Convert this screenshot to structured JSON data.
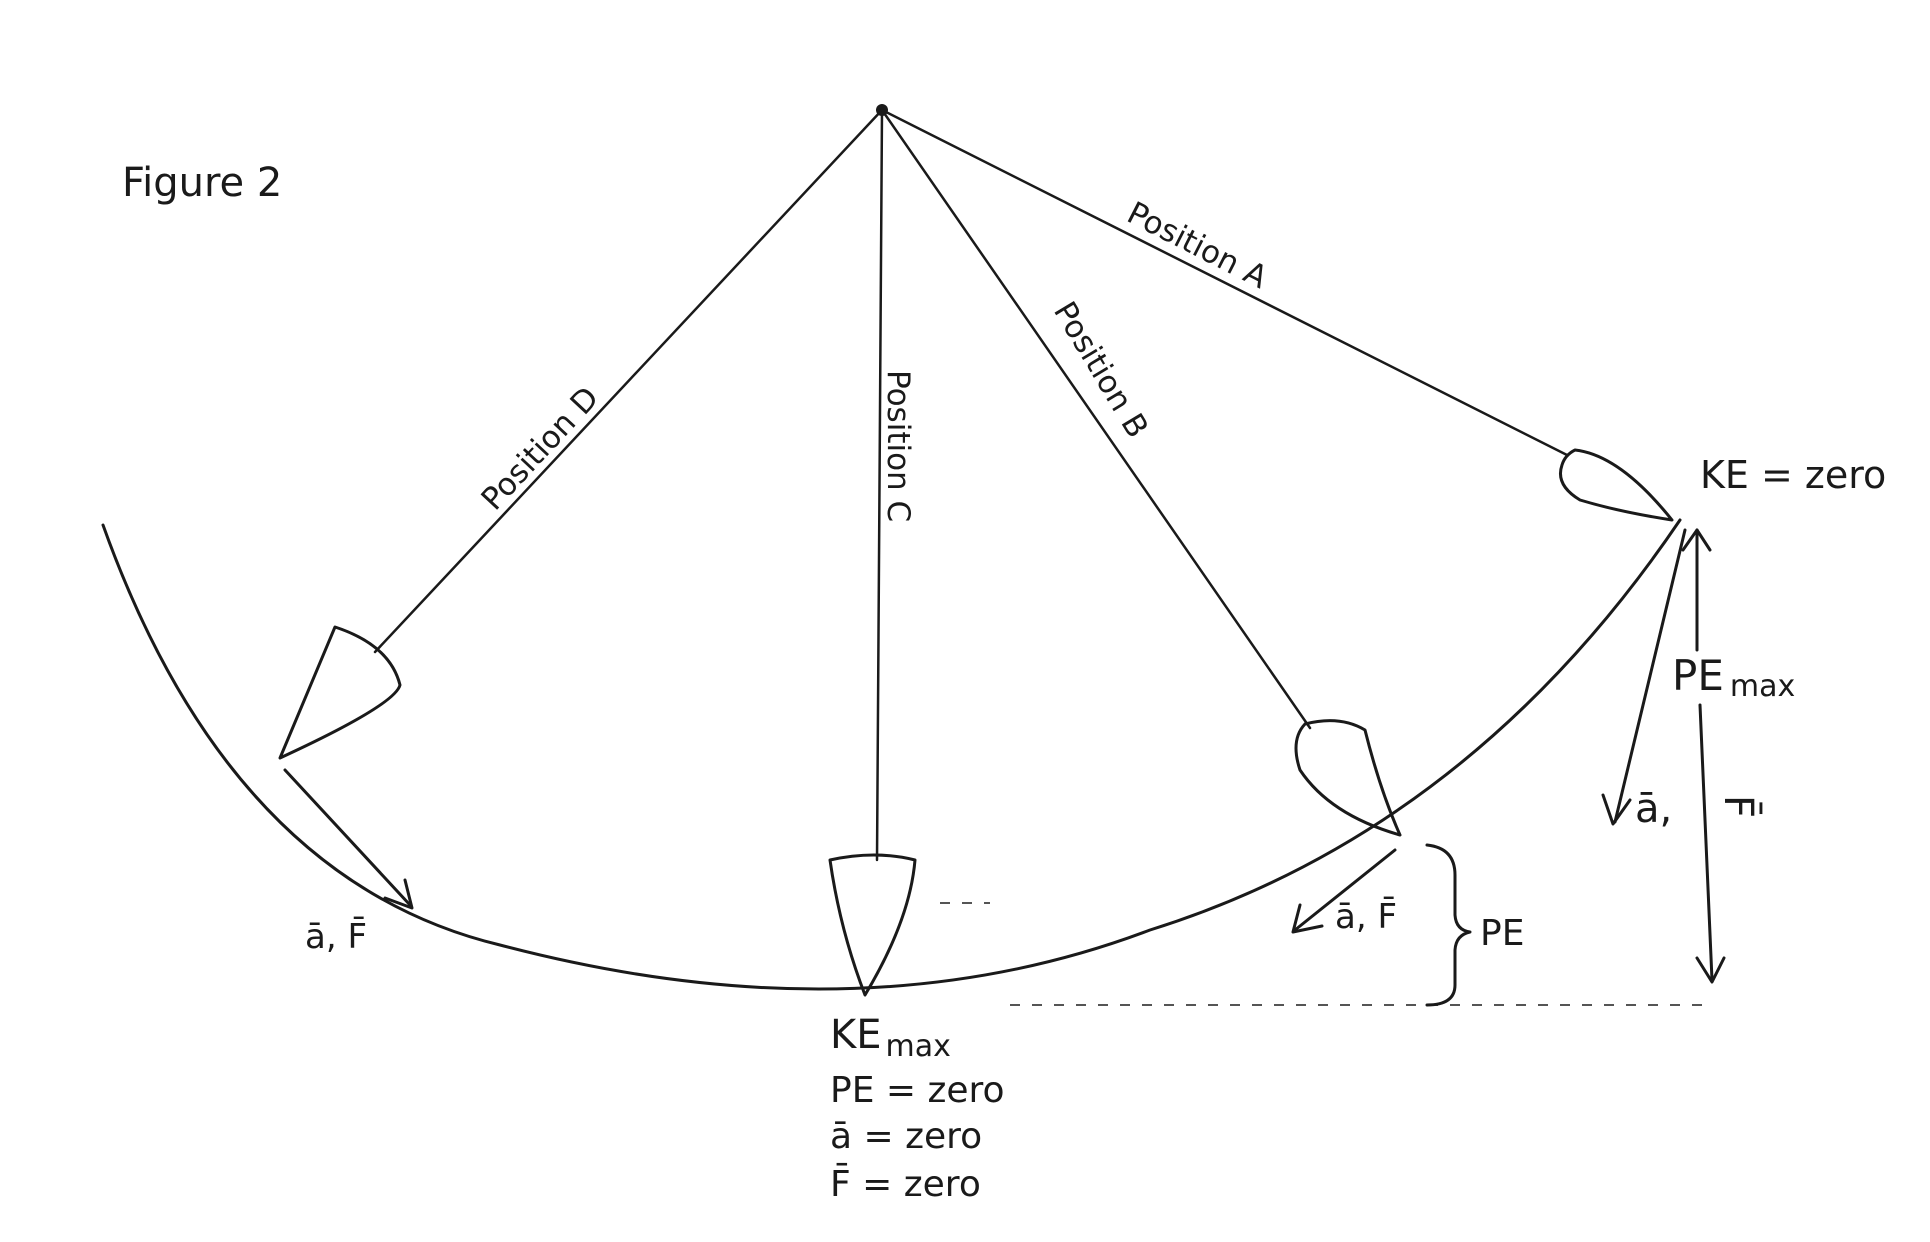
{
  "figure": {
    "title": "Figure 2",
    "positions": {
      "a": "Position A",
      "b": "Position B",
      "c": "Position C",
      "d": "Position D"
    },
    "labels": {
      "ke_zero": "KE = zero",
      "pe_max": "PE",
      "pe_max_sub": "max",
      "a_comma": "ā,",
      "f_vec": "F̄",
      "af_left": "ā, F̄",
      "af_right": "ā, F̄",
      "pe_brace": "PE",
      "ke_max": "KE",
      "ke_max_sub": "max",
      "pe_zero": "PE = zero",
      "a_zero": "ā = zero",
      "f_zero": "F̄ = zero"
    },
    "ink_color": "#1a1a1a"
  }
}
